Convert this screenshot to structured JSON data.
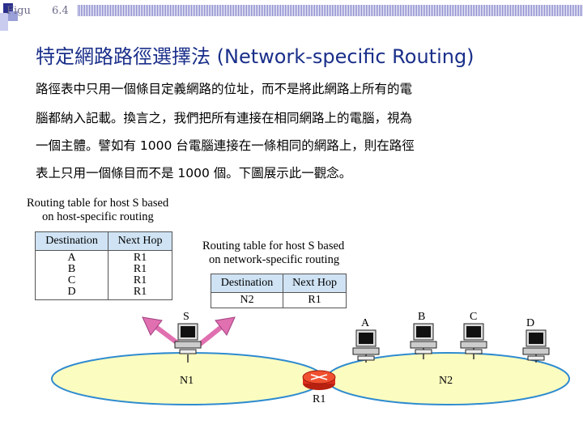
{
  "header": {
    "figure_label": "Figu",
    "figure_number": "6.4"
  },
  "title": "特定網路路徑選擇法 (Network-specific Routing)",
  "paragraph_lines": [
    "路徑表中只用一個條目定義網路的位址，而不是將此網路上所有的電",
    "腦都納入記載。換言之，我們把所有連接在相同網路上的電腦，視為",
    "一個主體。譬如有 1000 台電腦連接在一條相同的網路上，則在路徑",
    "表上只用一個條目而不是 1000 個。下圖展示此一觀念。"
  ],
  "host_specific_table": {
    "caption_line1": "Routing table for host S based",
    "caption_line2": "on host-specific routing",
    "headers": [
      "Destination",
      "Next Hop"
    ],
    "rows": [
      [
        "A",
        "R1"
      ],
      [
        "B",
        "R1"
      ],
      [
        "C",
        "R1"
      ],
      [
        "D",
        "R1"
      ]
    ]
  },
  "network_specific_table": {
    "caption_line1": "Routing table for host S based",
    "caption_line2": "on network-specific routing",
    "headers": [
      "Destination",
      "Next Hop"
    ],
    "rows": [
      [
        "N2",
        "R1"
      ]
    ]
  },
  "diagram": {
    "host_s": "S",
    "hosts_n2": [
      "A",
      "B",
      "C",
      "D"
    ],
    "network_1": "N1",
    "network_2": "N2",
    "router": "R1"
  },
  "colors": {
    "title": "#1a2f8a",
    "network_fill": "#fbfcc0",
    "network_outline": "#2e8bd0",
    "table_header": "#cfe3f4",
    "arrow": "#e070b0",
    "router": "#e03020"
  }
}
